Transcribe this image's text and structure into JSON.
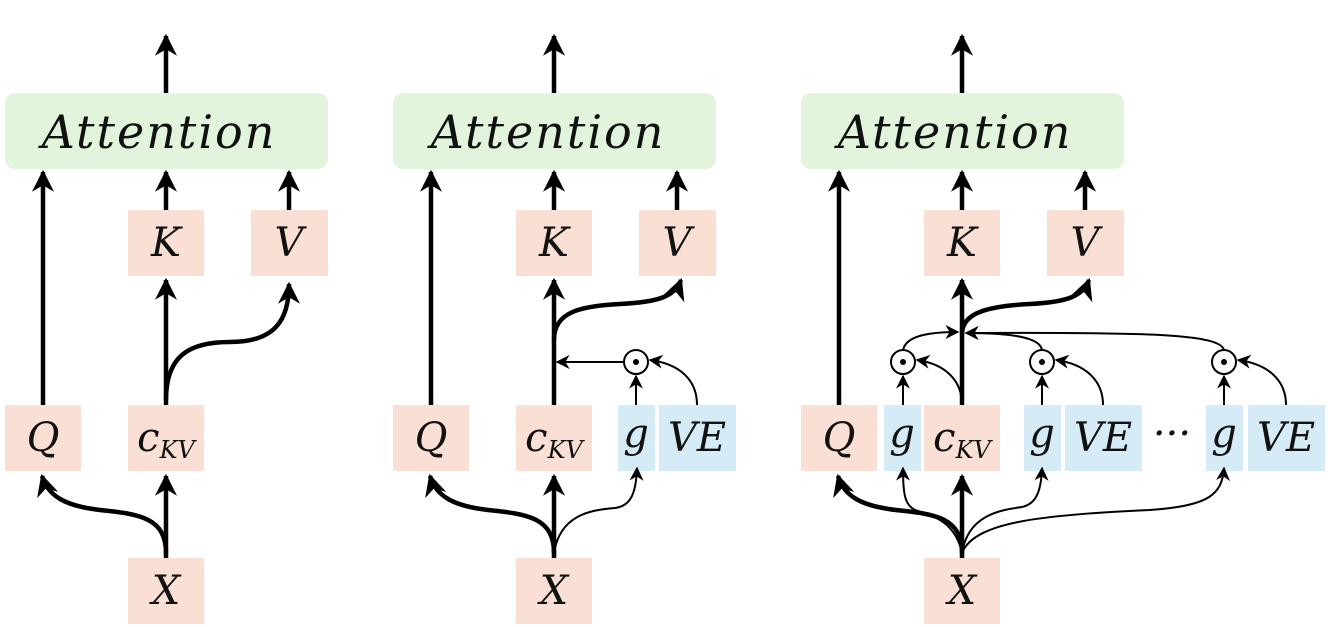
{
  "labels": {
    "attention": "Attention",
    "q": "Q",
    "k": "K",
    "v": "V",
    "c": "c",
    "kv_subscript": "KV",
    "x": "X",
    "g": "g",
    "ve": "VE",
    "ellipsis": "···"
  },
  "colors": {
    "attention_box": "#e2f5dc",
    "qkvx_box": "#fae0d4",
    "g_ve_box": "#d5ebf6",
    "arrow": "#000000"
  }
}
